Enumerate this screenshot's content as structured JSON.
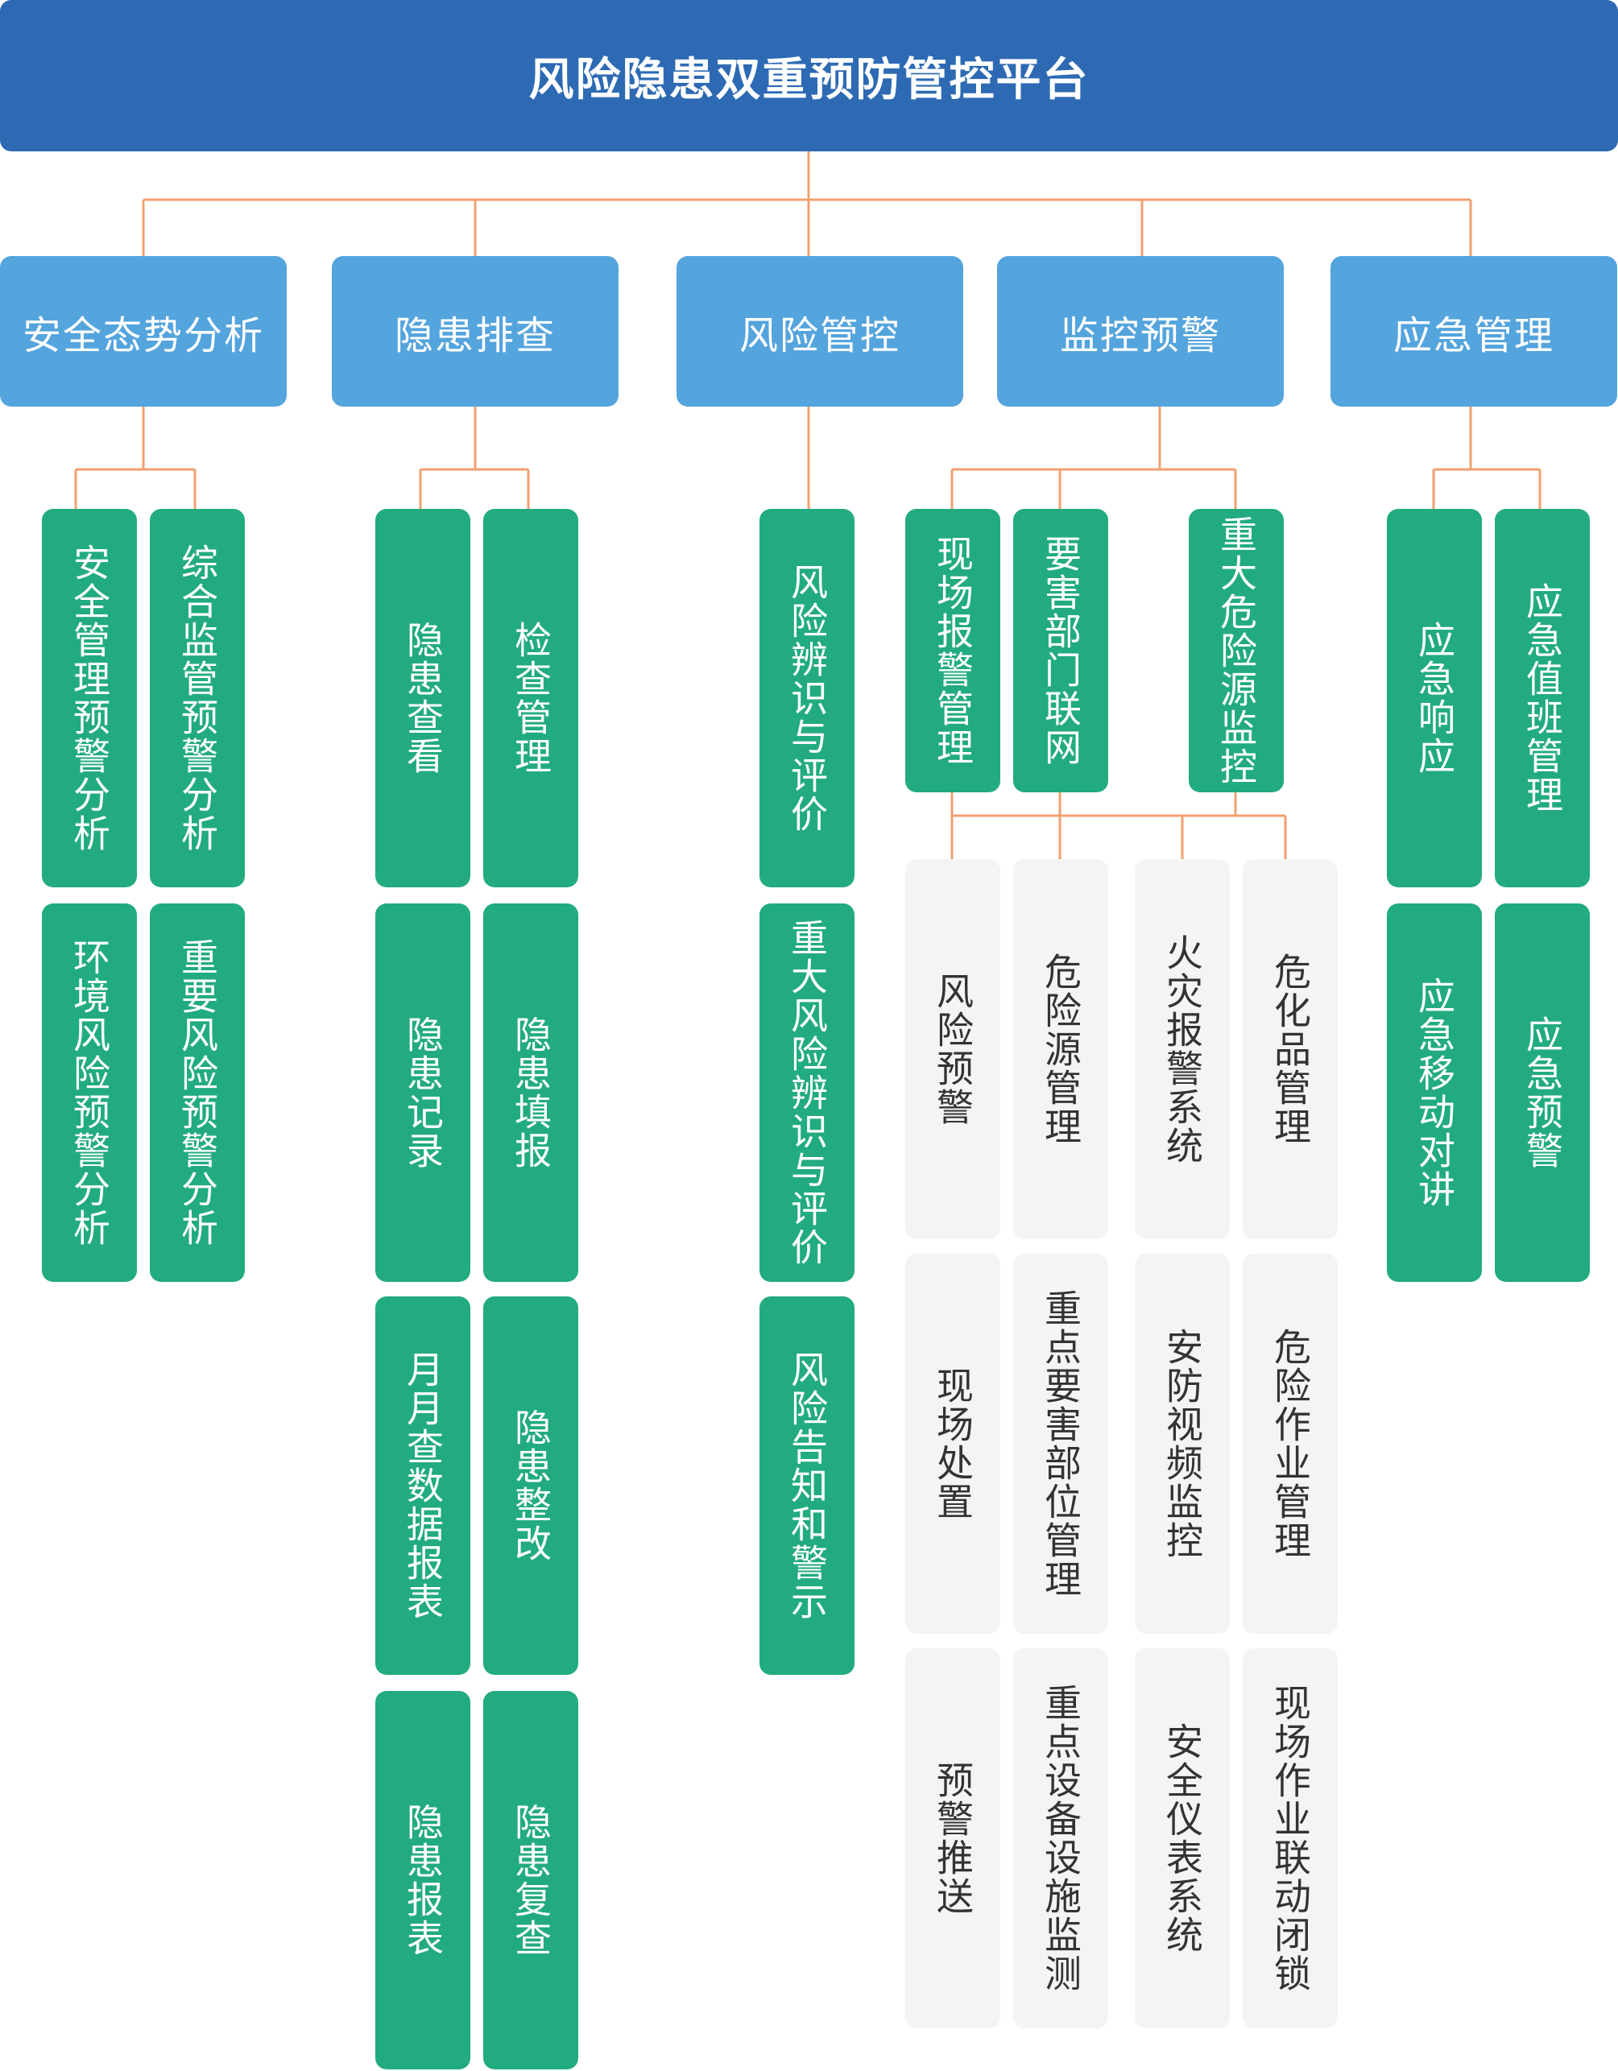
{
  "title": "风险隐患双重预防管控平台",
  "colors": {
    "title": "#2d6ab3",
    "category": "#54a4dd",
    "green": "#22ab80",
    "gray": "#f4f4f4",
    "line": "#f0a070"
  },
  "categories": [
    {
      "label": "安全态势分析"
    },
    {
      "label": "隐患排查"
    },
    {
      "label": "风险管控"
    },
    {
      "label": "监控预警"
    },
    {
      "label": "应急管理"
    }
  ],
  "leaves": {
    "situation": [
      {
        "label": "安全管理预警分析"
      },
      {
        "label": "综合监管预警分析"
      },
      {
        "label": "环境风险预警分析"
      },
      {
        "label": "重要风险预警分析"
      }
    ],
    "hazard": [
      {
        "label": "隐患查看"
      },
      {
        "label": "检查管理"
      },
      {
        "label": "隐患记录"
      },
      {
        "label": "隐患填报"
      },
      {
        "label": "月月查数据报表"
      },
      {
        "label": "隐患整改"
      },
      {
        "label": "隐患报表"
      },
      {
        "label": "隐患复查"
      }
    ],
    "risk": [
      {
        "label": "风险辨识与评价"
      },
      {
        "label": "重大风险辨识与评价"
      },
      {
        "label": "风险告知和警示"
      }
    ],
    "monitor": [
      {
        "label": "现场报警管理"
      },
      {
        "label": "要害部门联网"
      },
      {
        "label": "重大危险源监控"
      }
    ],
    "monitor_sub": [
      {
        "label": "风险预警"
      },
      {
        "label": "危险源管理"
      },
      {
        "label": "火灾报警系统"
      },
      {
        "label": "危化品管理"
      },
      {
        "label": "现场处置"
      },
      {
        "label": "重点要害部位管理"
      },
      {
        "label": "安防视频监控"
      },
      {
        "label": "危险作业管理"
      },
      {
        "label": "预警推送"
      },
      {
        "label": "重点设备设施监测"
      },
      {
        "label": "安全仪表系统"
      },
      {
        "label": "现场作业联动闭锁"
      }
    ],
    "emergency": [
      {
        "label": "应急响应"
      },
      {
        "label": "应急值班管理"
      },
      {
        "label": "应急移动对讲"
      },
      {
        "label": "应急预警"
      }
    ]
  }
}
